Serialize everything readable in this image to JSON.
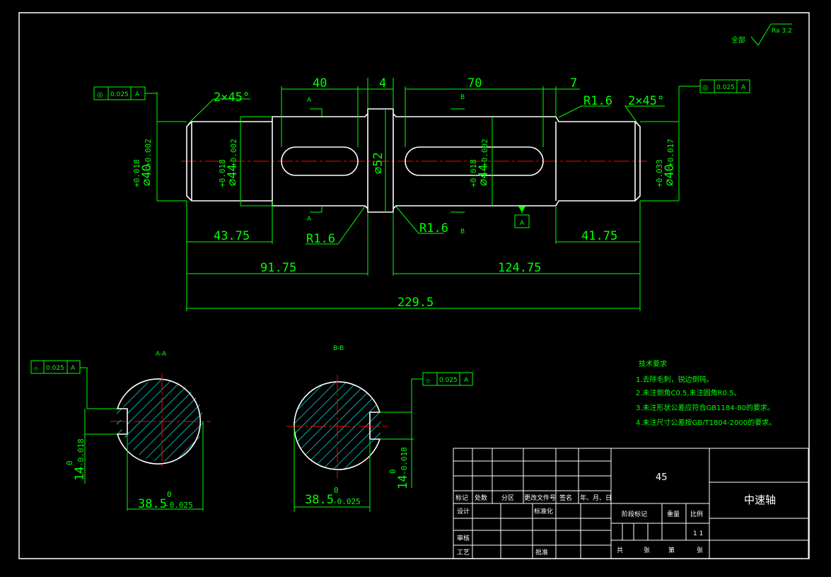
{
  "surface_roughness": {
    "prefix": "全部",
    "value": "Ra 3.2"
  },
  "dimensions": {
    "d40": "40",
    "d4": "4",
    "d70": "70",
    "d7": "7",
    "chamfer_left": "2×45°",
    "chamfer_right": "2×45°",
    "r_top": "R1.6",
    "r_left": "R1.6",
    "r_mid": "R1.6",
    "dia52": "⌀52",
    "len_4375": "43.75",
    "len_4175": "41.75",
    "len_9175": "91.75",
    "len_12475": "124.75",
    "len_2295": "229.5",
    "dia40_left": "⌀40",
    "dia40_left_tol_up": "+0.018",
    "dia40_left_tol_lo": "+0.002",
    "dia44_left": "⌀44",
    "dia44_left_tol_up": "+0.018",
    "dia44_left_tol_lo": "+0.002",
    "dia44_right": "⌀44",
    "dia44_right_tol_up": "+0.018",
    "dia44_right_tol_lo": "+0.002",
    "dia40_right": "⌀40",
    "dia40_right_tol_up": "+0.033",
    "dia40_right_tol_lo": "+0.017"
  },
  "gdt": {
    "left_symbol": "◎",
    "left_value": "0.025",
    "left_datum": "A",
    "right_symbol": "◎",
    "right_value": "0.025",
    "right_datum": "A",
    "aa_symbol": "⌯",
    "aa_value": "0.025",
    "aa_datum": "A",
    "bb_symbol": "⌯",
    "bb_value": "0.025",
    "bb_datum": "A",
    "datum_label": "A"
  },
  "section_marks": {
    "a_top": "A",
    "a_bottom": "A",
    "b_top": "B",
    "b_bottom": "B"
  },
  "sections": {
    "aa_title": "A-A",
    "bb_title": "B-B",
    "aa_depth": "38.5",
    "aa_depth_up": "0",
    "aa_depth_lo": "-0.025",
    "aa_width": "14",
    "aa_width_up": "0",
    "aa_width_lo": "-0.018",
    "bb_depth": "38.5",
    "bb_depth_up": "0",
    "bb_depth_lo": "-0.025",
    "bb_width": "14",
    "bb_width_up": "0",
    "bb_width_lo": "-0.018"
  },
  "tech_requirements": {
    "title": "技术要求",
    "items": [
      "1.去除毛刺，锐边倒钝。",
      "2.未注倒角C0.5,未注圆角R0.5。",
      "3.未注形状公差应符合GB1184-80的要求。",
      "4.未注尺寸公差按GB/T1804-2000的要求。"
    ]
  },
  "title_block": {
    "material": "45",
    "part_name": "中速轴",
    "headers": [
      "标记",
      "处数",
      "分区",
      "更改文件号",
      "签名",
      "年、月、日"
    ],
    "design": "设计",
    "standardize": "标准化",
    "stage_mark": "阶段标记",
    "weight": "重量",
    "scale": "比例",
    "review": "审核",
    "craft": "工艺",
    "approve": "批准",
    "sheets_total": "共",
    "sheets_unit": "张",
    "sheet_no": "第",
    "sheet_unit2": "张",
    "scale_value": "1 1"
  }
}
